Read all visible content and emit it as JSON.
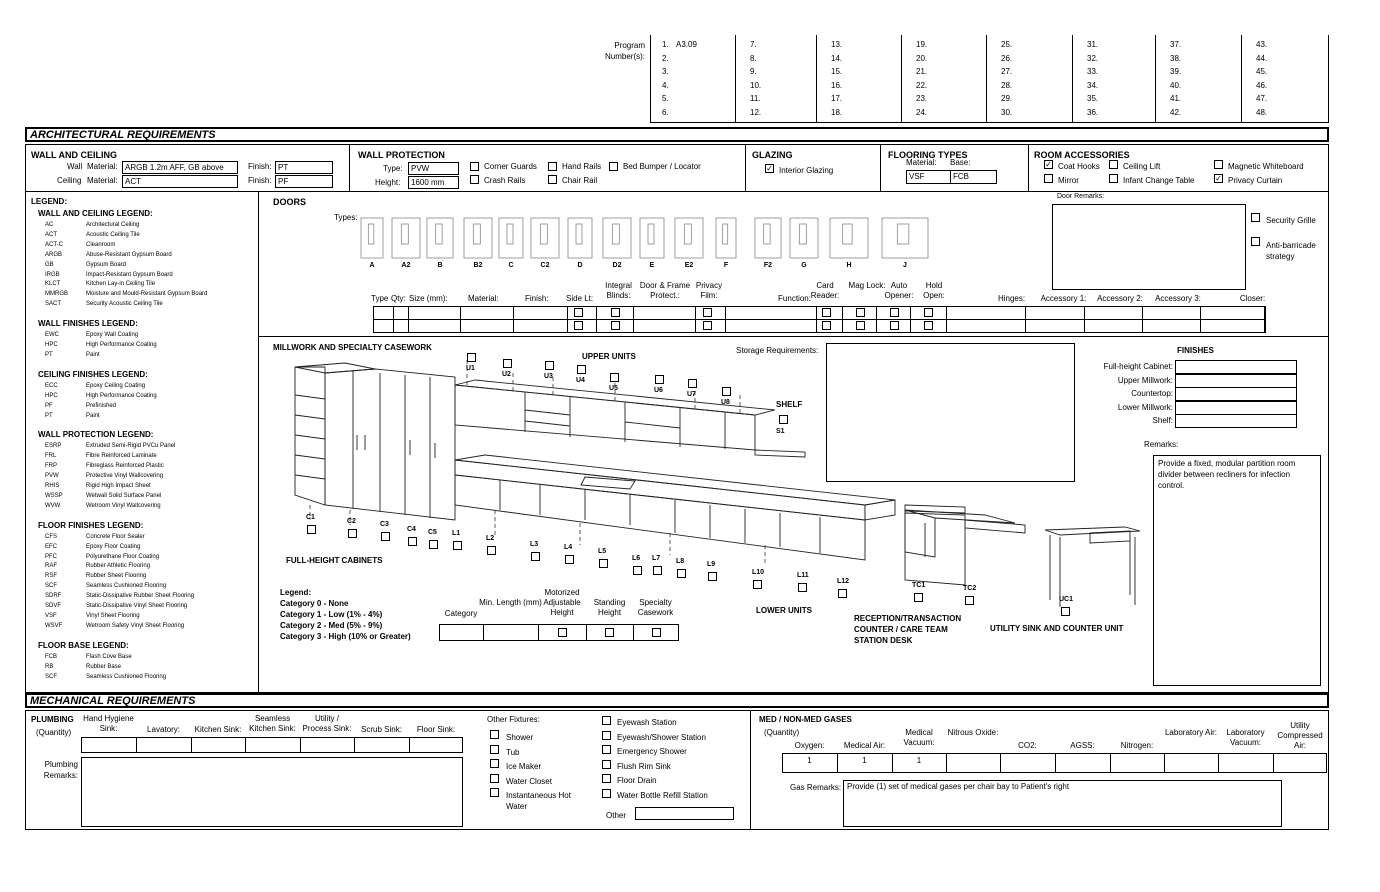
{
  "program": {
    "label_line1": "Program",
    "label_line2": "Number(s):",
    "columns": [
      [
        "1.",
        "2.",
        "3.",
        "4.",
        "5.",
        "6."
      ],
      [
        "7.",
        "8.",
        "9.",
        "10.",
        "11.",
        "12."
      ],
      [
        "13.",
        "14.",
        "15.",
        "16.",
        "17.",
        "18."
      ],
      [
        "19.",
        "20.",
        "21.",
        "22.",
        "23.",
        "24."
      ],
      [
        "25.",
        "26.",
        "27.",
        "28.",
        "29.",
        "30."
      ],
      [
        "31.",
        "32.",
        "33.",
        "34.",
        "35.",
        "36."
      ],
      [
        "37.",
        "38.",
        "39.",
        "40.",
        "41.",
        "42."
      ],
      [
        "43.",
        "44.",
        "45.",
        "46.",
        "47.",
        "48."
      ]
    ],
    "value_1": "A3.09"
  },
  "arch": {
    "title": "ARCHITECTURAL REQUIREMENTS",
    "wall_ceiling": {
      "title": "WALL AND CEILING",
      "wall_label": "Wall",
      "ceiling_label": "Ceiling",
      "material_label": "Material:",
      "finish_label": "Finish:",
      "wall_material": "ARGB 1.2m AFF, GB above",
      "ceiling_material": "ACT",
      "wall_finish": "PT",
      "ceiling_finish": "PF"
    },
    "wall_protection": {
      "title": "WALL PROTECTION",
      "type_label": "Type:",
      "height_label": "Height:",
      "type": "PVW",
      "height": "1600 mm",
      "options": [
        "Corner Guards",
        "Hand Rails",
        "Bed Bumper / Locator",
        "Crash Rails",
        "Chair Rail"
      ]
    },
    "glazing": {
      "title": "GLAZING",
      "option": "Interior Glazing",
      "checked": "✓"
    },
    "flooring": {
      "title": "FLOORING TYPES",
      "material_label": "Material:",
      "base_label": "Base:",
      "material": "VSF",
      "base": "FCB"
    },
    "room_accessories": {
      "title": "ROOM ACCESSORIES",
      "items": [
        "Coat Hooks",
        "Ceiling Lift",
        "Magnetic Whiteboard",
        "Mirror",
        "Infant Change Table",
        "Privacy Curtain"
      ],
      "check_mark": "✓"
    }
  },
  "legend": {
    "title": "LEGEND:",
    "groups": [
      {
        "title": "WALL AND CEILING LEGEND:",
        "items": [
          [
            "AC",
            "Architectural Ceiling"
          ],
          [
            "ACT",
            "Acoustic Ceiling Tile"
          ],
          [
            "ACT-C",
            "Cleanroom"
          ],
          [
            "ARGB",
            "Abuse-Resistant Gypsum Board"
          ],
          [
            "GB",
            "Gypsum Board"
          ],
          [
            "IRGB",
            "Impact-Resistant Gypsum Board"
          ],
          [
            "KLCT",
            "Kitchen Lay-in Ceiling Tile"
          ],
          [
            "MMRGB",
            "Moisture and Mould-Resistant Gypsum Board"
          ],
          [
            "SACT",
            "Security Acoustic Ceiling Tile"
          ]
        ]
      },
      {
        "title": "WALL FINISHES LEGEND:",
        "items": [
          [
            "EWC",
            "Epoxy Wall Coating"
          ],
          [
            "HPC",
            "High Performance Coating"
          ],
          [
            "PT",
            "Paint"
          ]
        ]
      },
      {
        "title": "CEILING FINISHES LEGEND:",
        "items": [
          [
            "ECC",
            "Epoxy Ceiling Coating"
          ],
          [
            "HPC",
            "High Performance Coating"
          ],
          [
            "PF",
            "Prefinished"
          ],
          [
            "PT",
            "Paint"
          ]
        ]
      },
      {
        "title": "WALL PROTECTION LEGEND:",
        "items": [
          [
            "ESRP",
            "Extruded Semi-Rigid PVCu Panel"
          ],
          [
            "FRL",
            "Fibre Reinforced Laminate"
          ],
          [
            "FRP",
            "Fibreglass Reinforced Plastic"
          ],
          [
            "PVW",
            "Protective Vinyl Wallcovering"
          ],
          [
            "RHIS",
            "Rigid High Impact Sheet"
          ],
          [
            "WSSP",
            "Wetwall Solid Surface Panel"
          ],
          [
            "WVW",
            "Wetroom Vinyl Wallcovering"
          ]
        ]
      },
      {
        "title": "FLOOR FINISHES LEGEND:",
        "items": [
          [
            "CFS",
            "Concrete Floor Sealer"
          ],
          [
            "EFC",
            "Epoxy Floor Coating"
          ],
          [
            "PFC",
            "Polyurethane Floor Coating"
          ],
          [
            "RAF",
            "Rubber Athletic Flooring"
          ],
          [
            "RSF",
            "Rubber Sheet Flooring"
          ],
          [
            "SCF",
            "Seamless Cushioned Flooring"
          ],
          [
            "SDRF",
            "Static-Dissipative Rubber Sheet Flooring"
          ],
          [
            "SDVF",
            "Static-Dissipative Vinyl Sheet Flooring"
          ],
          [
            "VSF",
            "Vinyl Sheet Flooring"
          ],
          [
            "WSVF",
            "Wetroom Safety Vinyl Sheet Flooring"
          ]
        ]
      },
      {
        "title": "FLOOR BASE LEGEND:",
        "items": [
          [
            "FCB",
            "Flash Cove Base"
          ],
          [
            "RB",
            "Rubber Base"
          ],
          [
            "SCF",
            "Seamless Cushioned Flooring"
          ]
        ]
      }
    ]
  },
  "doors": {
    "title": "DOORS",
    "types_label": "Types:",
    "types": [
      "A",
      "A2",
      "B",
      "B2",
      "C",
      "C2",
      "D",
      "D2",
      "E",
      "E2",
      "F",
      "F2",
      "G",
      "H",
      "J"
    ],
    "remarks_label": "Door Remarks:",
    "options": [
      "Security Grille",
      "Anti-barricade strategy"
    ],
    "columns": [
      "Type",
      "Qty:",
      "Size (mm):",
      "Material:",
      "Finish:",
      "Side Lt:",
      "Integral Blinds:",
      "Door & Frame Protect.:",
      "Privacy Film:",
      "Function:",
      "Card Reader:",
      "Mag Lock:",
      "Auto Opener:",
      "Hold Open:",
      "Hinges:",
      "Accessory 1:",
      "Accessory 2:",
      "Accessory 3:",
      "Closer:"
    ]
  },
  "millwork": {
    "title": "MILLWORK AND SPECIALTY CASEWORK",
    "upper_units": "UPPER UNITS",
    "upper_labels": [
      "U1",
      "U2",
      "U3",
      "U4",
      "U5",
      "U6",
      "U7",
      "U8"
    ],
    "shelf": "SHELF",
    "shelf_label": "S1",
    "full_height": "FULL-HEIGHT CABINETS",
    "c_labels": [
      "C1",
      "C2",
      "C3",
      "C4",
      "C5"
    ],
    "l_labels": [
      "L1",
      "L2",
      "L3",
      "L4",
      "L5",
      "L6",
      "L7",
      "L8",
      "L9",
      "L10",
      "L11",
      "L12"
    ],
    "lower_units": "LOWER UNITS",
    "reception": [
      "RECEPTION/TRANSACTION",
      "COUNTER / CARE TEAM",
      "STATION DESK"
    ],
    "tc_labels": [
      "TC1",
      "TC2"
    ],
    "utility": "UTILITY SINK AND COUNTER UNIT",
    "uc_label": "UC1",
    "storage_label": "Storage Requirements:",
    "legend_title": "Legend:",
    "legend_items": [
      "Category 0 - None",
      "Category 1 - Low (1% - 4%)",
      "Category 2 - Med (5% - 9%)",
      "Category 3 - High (10% or Greater)"
    ],
    "cat_columns": [
      "Category",
      "Min. Length (mm)",
      "Motorized Adjustable Height",
      "Standing Height",
      "Specialty Casework"
    ],
    "finishes_title": "FINISHES",
    "finishes": [
      "Full-height Cabinet:",
      "Upper Millwork:",
      "Countertop:",
      "Lower Millwork:",
      "Shelf:"
    ],
    "remarks_label": "Remarks:",
    "remarks": "Provide a fixed, modular partition room divider between recliners for infection control."
  },
  "mech": {
    "title": "MECHANICAL REQUIREMENTS",
    "plumbing": {
      "title": "PLUMBING",
      "quantity": "(Quantity)",
      "columns": [
        "Hand Hygiene Sink:",
        "Lavatory:",
        "Kitchen Sink:",
        "Seamless Kitchen Sink:",
        "Utility / Process Sink:",
        "Scrub Sink:",
        "Floor Sink:"
      ],
      "remarks_label": "Plumbing Remarks:",
      "other_label": "Other Fixtures:",
      "fixtures_left": [
        "Shower",
        "Tub",
        "Ice Maker",
        "Water Closet",
        "Instantaneous Hot Water"
      ],
      "fixtures_right": [
        "Eyewash Station",
        "Eyewash/Shower Station",
        "Emergency Shower",
        "Flush Rim Sink",
        "Floor Drain",
        "Water Bottle Refill Station"
      ],
      "other": "Other"
    },
    "gases": {
      "title": "MED / NON-MED GASES",
      "quantity": "(Quantity)",
      "columns": [
        "Oxygen:",
        "Medical Air:",
        "Medical Vacuum:",
        "Nitrous Oxide:",
        "CO2:",
        "AGSS:",
        "Nitrogen:",
        "Laboratory Air:",
        "Laboratory Vacuum:",
        "Utility Compressed Air:"
      ],
      "values": [
        "1",
        "1",
        "1",
        "",
        "",
        "",
        "",
        "",
        "",
        ""
      ],
      "remarks_label": "Gas Remarks:",
      "remarks": "Provide (1) set of medical gases per chair bay to Patient's right"
    }
  }
}
